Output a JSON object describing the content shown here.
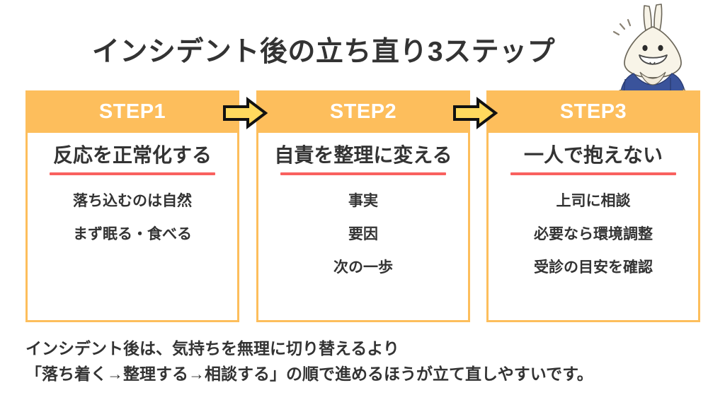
{
  "title": "インシデント後の立ち直り3ステップ",
  "theme": {
    "header_orange": "#FDBE5C",
    "border_orange": "#FDBE5C",
    "rule_red": "#F9615F",
    "arrow_yellow": "#FFD95E",
    "text_dark": "#333333",
    "mascot_shirt_blue": "#3A539B",
    "mascot_body_cream": "#F6F1E4",
    "background": "#FFFFFF"
  },
  "steps": [
    {
      "label": "STEP1",
      "heading": "反応を正常化する",
      "items": [
        "落ち込むのは自然",
        "まず眠る・食べる"
      ]
    },
    {
      "label": "STEP2",
      "heading": "自責を整理に変える",
      "items": [
        "事実",
        "要因",
        "次の一歩"
      ]
    },
    {
      "label": "STEP3",
      "heading": "一人で抱えない",
      "items": [
        "上司に相談",
        "必要なら環境調整",
        "受診の目安を確認"
      ]
    }
  ],
  "arrows": [
    {
      "name": "arrow-step1-to-step2",
      "glyph": "right-arrow-icon"
    },
    {
      "name": "arrow-step2-to-step3",
      "glyph": "right-arrow-icon"
    }
  ],
  "caption": {
    "line1": "インシデント後は、気持ちを無理に切り替えるより",
    "line2": "「落ち着く→整理する→相談する」の順で進めるほうが立て直しやすいです。"
  },
  "mascot": {
    "name": "rabbit-character",
    "description": "smiling-rabbit-in-blue-shirt"
  }
}
